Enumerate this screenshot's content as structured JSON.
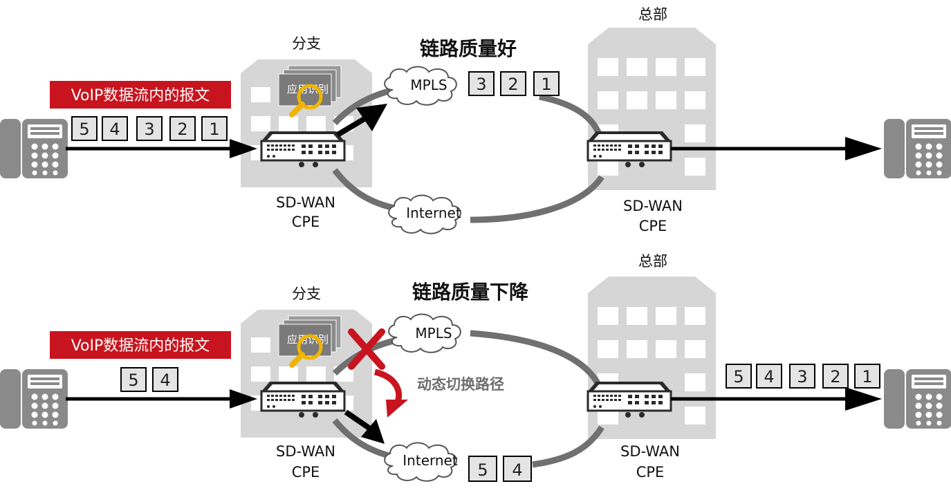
{
  "top": {
    "title": "链路质量好",
    "branch_label": "分支",
    "hq_label": "总部",
    "voip_label": "VoIP数据流内的报文",
    "app_label": "应用识别",
    "mpls_label": "MPLS",
    "internet_label": "Internet",
    "branch_cpe": [
      "SD-WAN",
      "CPE"
    ],
    "hq_cpe": [
      "SD-WAN",
      "CPE"
    ],
    "incoming_packets": [
      "5",
      "4",
      "3",
      "2",
      "1"
    ],
    "mpls_packets": [
      "3",
      "2",
      "1"
    ]
  },
  "bottom": {
    "title": "链路质量下降",
    "branch_label": "分支",
    "hq_label": "总部",
    "voip_label": "VoIP数据流内的报文",
    "app_label": "应用识别",
    "mpls_label": "MPLS",
    "internet_label": "Internet",
    "switch_label": "动态切换路径",
    "branch_cpe": [
      "SD-WAN",
      "CPE"
    ],
    "hq_cpe": [
      "SD-WAN",
      "CPE"
    ],
    "incoming_packets": [
      "5",
      "4"
    ],
    "internet_packets": [
      "5",
      "4"
    ],
    "outgoing_packets": [
      "5",
      "4",
      "3",
      "2",
      "1"
    ]
  },
  "colors": {
    "accent_red": "#c8141e",
    "link_gray": "#707070",
    "building_gray": "#d6d6d6",
    "phone_gray": "#8a8a8a",
    "magnifier": "#f0b400"
  },
  "icons": [
    "phone-icon",
    "building-icon",
    "router-icon",
    "cloud-icon",
    "magnifier-icon",
    "cross-icon"
  ]
}
